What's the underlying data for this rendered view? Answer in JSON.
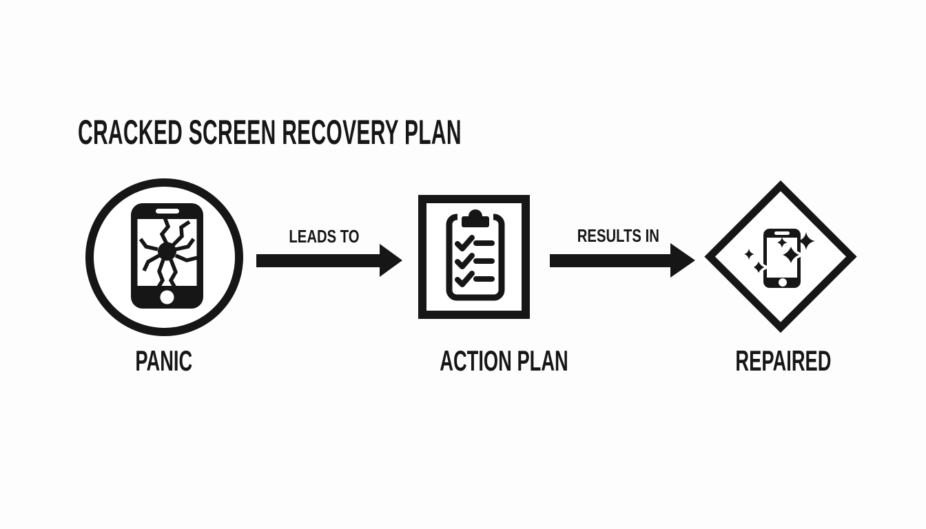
{
  "title": "CRACKED SCREEN RECOVERY PLAN",
  "colors": {
    "ink": "#161616",
    "background": "#fdfdfd"
  },
  "diagram": {
    "type": "flow",
    "direction": "left-to-right",
    "nodes": [
      {
        "id": "panic",
        "label": "PANIC",
        "shape": "circle",
        "icon": "cracked-phone-icon"
      },
      {
        "id": "action",
        "label": "ACTION PLAN",
        "shape": "square",
        "icon": "checklist-clipboard-icon"
      },
      {
        "id": "repaired",
        "label": "REPAIRED",
        "shape": "diamond",
        "icon": "sparkling-phone-icon"
      }
    ],
    "connectors": [
      {
        "from": "panic",
        "to": "action",
        "label": "LEADS TO"
      },
      {
        "from": "action",
        "to": "repaired",
        "label": "RESULTS IN"
      }
    ]
  }
}
